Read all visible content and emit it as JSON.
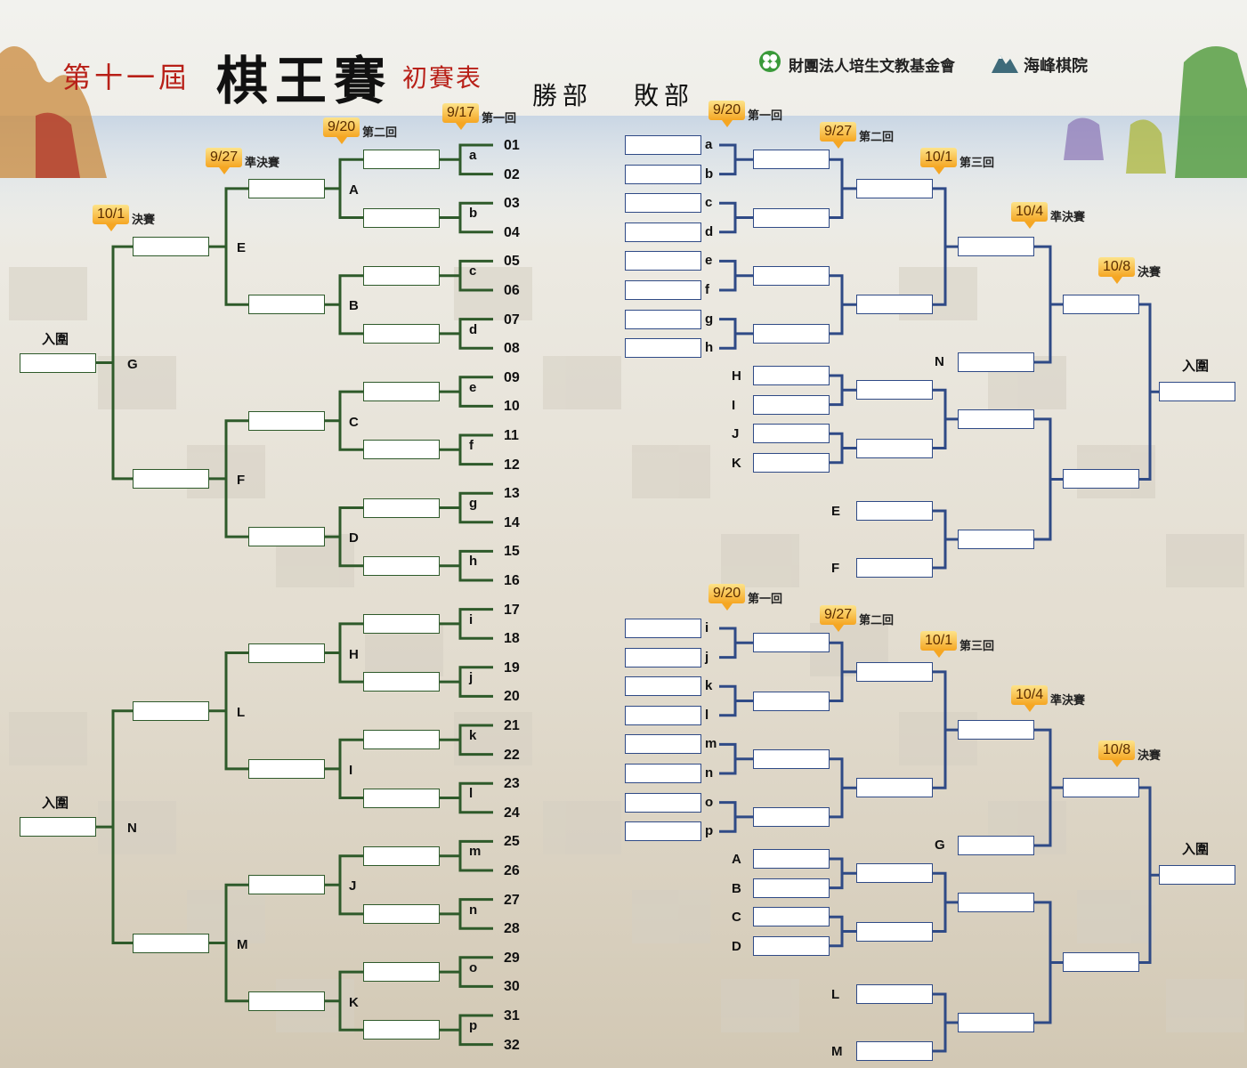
{
  "header": {
    "title_prefix": "第十一屆",
    "title_main": "棋王賽",
    "title_suffix": "初賽表",
    "winners_label": "勝部",
    "losers_label": "敗部",
    "sponsor1": "財團法人培生文教基金會",
    "sponsor2": "海峰棋院",
    "sponsor1_icon": "clover-icon",
    "sponsor2_icon": "mountain-icon"
  },
  "colors": {
    "winners_line": "#2e5a2a",
    "losers_line": "#2f4a86",
    "date_tag": "#f5a623"
  },
  "winners": {
    "rounds": [
      {
        "date": "9/17",
        "name": "第一回"
      },
      {
        "date": "9/20",
        "name": "第二回"
      },
      {
        "date": "9/27",
        "name": "準決賽"
      },
      {
        "date": "10/1",
        "name": "決賽"
      }
    ],
    "players": [
      "01",
      "02",
      "03",
      "04",
      "05",
      "06",
      "07",
      "08",
      "09",
      "10",
      "11",
      "12",
      "13",
      "14",
      "15",
      "16",
      "17",
      "18",
      "19",
      "20",
      "21",
      "22",
      "23",
      "24",
      "25",
      "26",
      "27",
      "28",
      "29",
      "30",
      "31",
      "32"
    ],
    "r1_labels": [
      "a",
      "b",
      "c",
      "d",
      "e",
      "f",
      "g",
      "h",
      "i",
      "j",
      "k",
      "l",
      "m",
      "n",
      "o",
      "p"
    ],
    "r2_labels": [
      "A",
      "B",
      "C",
      "D",
      "H",
      "I",
      "J",
      "K"
    ],
    "r3_labels": [
      "E",
      "F",
      "L",
      "M"
    ],
    "r4_labels": [
      "G",
      "N"
    ],
    "qualify_label": "入圍"
  },
  "losers": {
    "rounds": [
      {
        "date": "9/20",
        "name": "第一回"
      },
      {
        "date": "9/27",
        "name": "第二回"
      },
      {
        "date": "10/1",
        "name": "第三回"
      },
      {
        "date": "10/4",
        "name": "準決賽"
      },
      {
        "date": "10/8",
        "name": "決賽"
      }
    ],
    "top_slots": [
      "a",
      "b",
      "c",
      "d",
      "e",
      "f",
      "g",
      "h"
    ],
    "top_mid": [
      "H",
      "I",
      "J",
      "K"
    ],
    "top_late": [
      "E",
      "F"
    ],
    "top_semi": "N",
    "bottom_slots": [
      "i",
      "j",
      "k",
      "l",
      "m",
      "n",
      "o",
      "p"
    ],
    "bottom_mid": [
      "A",
      "B",
      "C",
      "D"
    ],
    "bottom_late": [
      "L",
      "M"
    ],
    "bottom_semi": "G",
    "qualify_label": "入圍"
  }
}
